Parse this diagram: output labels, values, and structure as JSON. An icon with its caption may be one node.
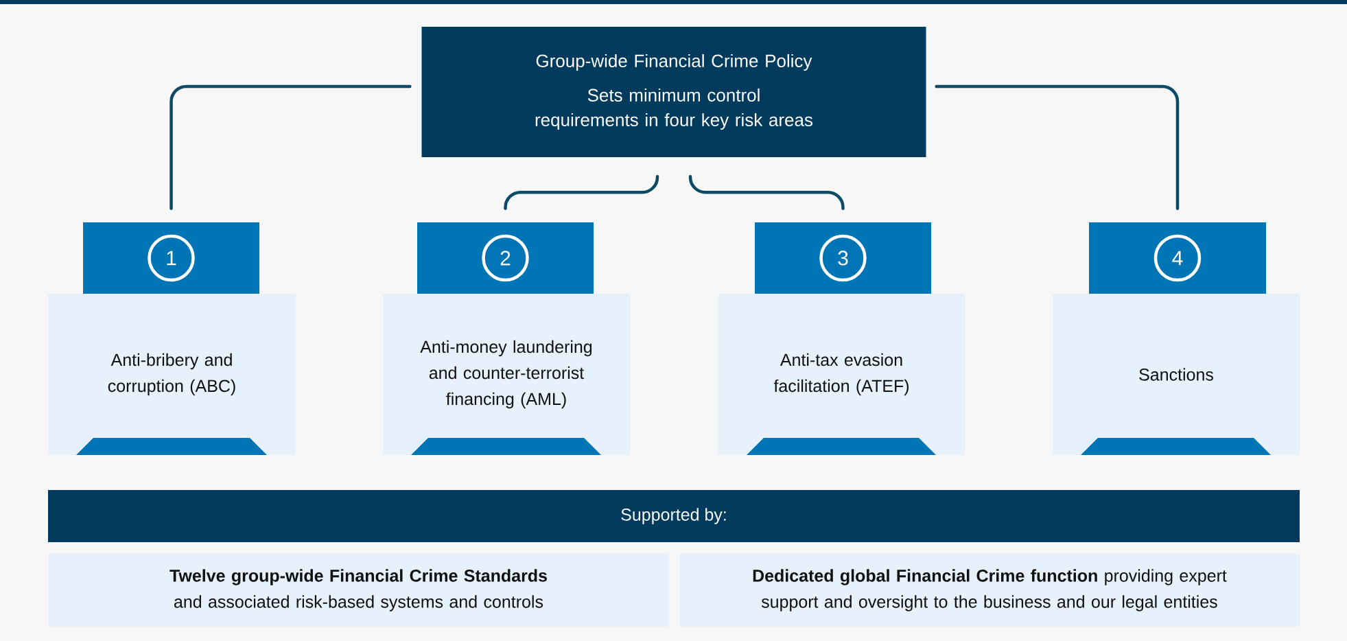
{
  "diagram": {
    "nodes": [
      {
        "text": [
          "Group-wide Financial Crime Policy",
          "Sets minimum control requirements in four key risk areas"
        ]
      },
      {
        "text": [
          "1"
        ]
      },
      {
        "text": [
          "Anti-bribery and corruption (ABC)"
        ]
      },
      {
        "text": [
          "2"
        ]
      },
      {
        "text": [
          "Anti-money laundering and counter-terrorist financing (AML)"
        ]
      },
      {
        "text": [
          "3"
        ]
      },
      {
        "text": [
          "Anti-tax evasion facilitation (ATEF)"
        ]
      },
      {
        "text": [
          "4"
        ]
      },
      {
        "text": [
          "Sanctions"
        ]
      },
      {
        "text": [
          "Supported by:"
        ]
      },
      {
        "text": [
          "**Twelve group-wide Financial Crime Standards** and associated risk-based systems and controls"
        ]
      },
      {
        "text": [
          "**Dedicated global Financial Crime function** providing expert support and oversight to the business and our legal entities"
        ]
      }
    ],
    "edges": [
      {
        "from": 0,
        "to": 1,
        "arrow": "none"
      },
      {
        "from": 0,
        "to": 3,
        "arrow": "none"
      },
      {
        "from": 0,
        "to": 5,
        "arrow": "none"
      },
      {
        "from": 0,
        "to": 7,
        "arrow": "none"
      }
    ]
  }
}
